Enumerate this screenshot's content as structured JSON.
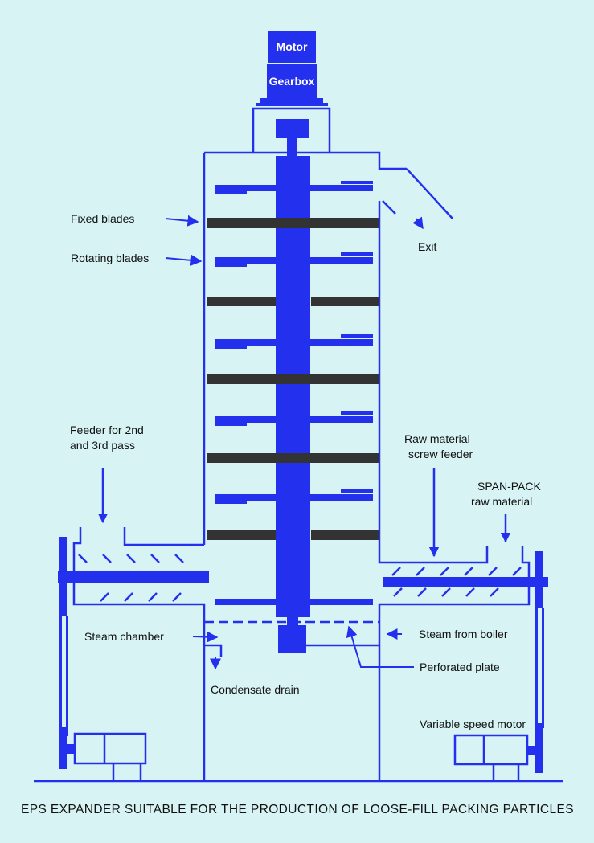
{
  "diagram": {
    "caption": "EPS EXPANDER SUITABLE FOR THE PRODUCTION OF LOOSE-FILL PACKING PARTICLES",
    "components": {
      "motor": "Motor",
      "gearbox": "Gearbox"
    },
    "labels": {
      "fixed_blades": "Fixed blades",
      "rotating_blades": "Rotating blades",
      "exit": "Exit",
      "feeder_line1": "Feeder for 2nd",
      "feeder_line2": "and 3rd pass",
      "raw_feeder_line1": "Raw material",
      "raw_feeder_line2": "screw feeder",
      "span_pack_line1": "SPAN-PACK",
      "span_pack_line2": "raw material",
      "steam_chamber": "Steam chamber",
      "steam_from_boiler": "Steam from boiler",
      "perforated_plate": "Perforated plate",
      "condensate_drain": "Condensate drain",
      "variable_speed_motor": "Variable speed motor"
    },
    "colors": {
      "background": "#d7f3f3",
      "structure": "#2330ee",
      "fixed_blade": "#333333",
      "text": "#111111"
    }
  }
}
